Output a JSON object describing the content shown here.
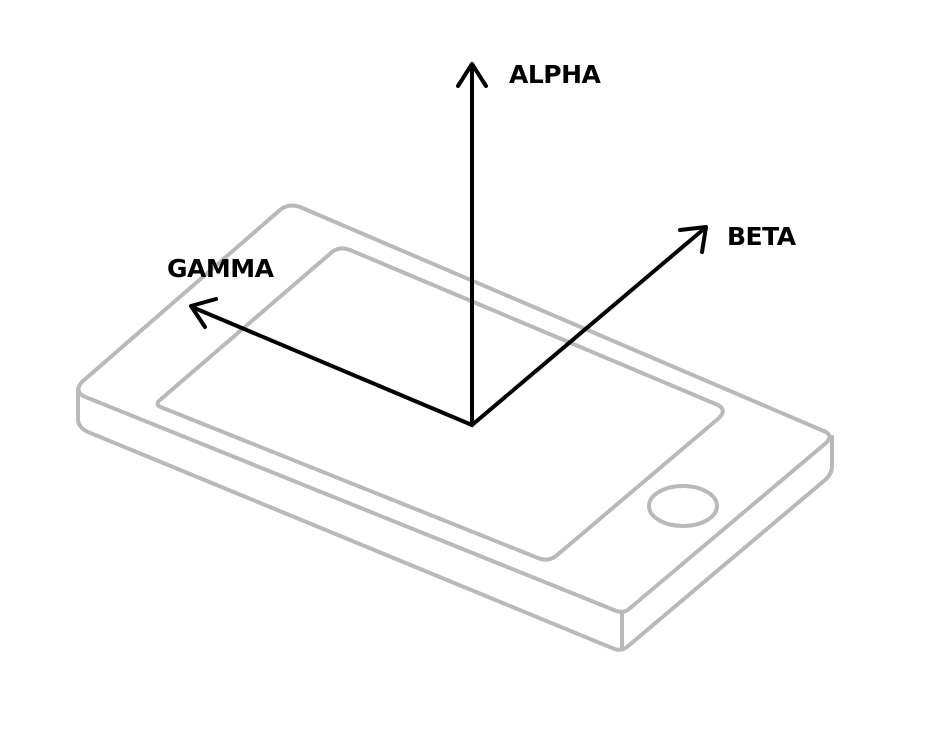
{
  "axes": {
    "alpha": {
      "label": "ALPHA"
    },
    "beta": {
      "label": "BETA"
    },
    "gamma": {
      "label": "GAMMA"
    }
  },
  "colors": {
    "device": "#b9b9b9",
    "axes": "#000000",
    "background": "#ffffff"
  },
  "icons": {
    "device": "smartphone-outline",
    "home_button": "circle-outline"
  }
}
